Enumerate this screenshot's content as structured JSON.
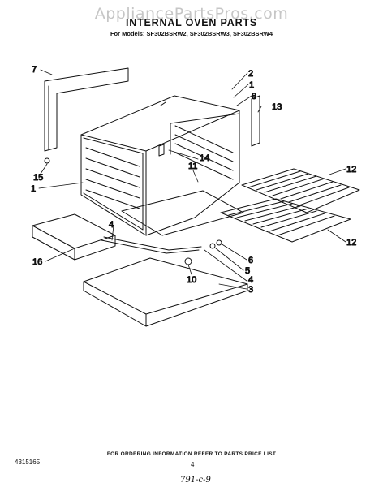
{
  "watermark": "AppliancePartsPros.com",
  "title": "INTERNAL OVEN PARTS",
  "models": "For Models: SF302BSRW2, SF302BSRW3, SF302BSRW4",
  "callouts": {
    "c7": "7",
    "c2": "2",
    "c1a": "1",
    "c8": "8",
    "c13": "13",
    "c14": "14",
    "c11": "11",
    "c15": "15",
    "c1b": "1",
    "c12a": "12",
    "c4a": "4",
    "c12b": "12",
    "c16": "16",
    "c6": "6",
    "c5": "5",
    "c10": "10",
    "c4b": "4",
    "c3": "3"
  },
  "footer": {
    "order_info": "FOR ORDERING INFORMATION REFER TO PARTS PRICE LIST",
    "part_number": "4315165",
    "page": "4",
    "handwritten": "791-c-9"
  }
}
